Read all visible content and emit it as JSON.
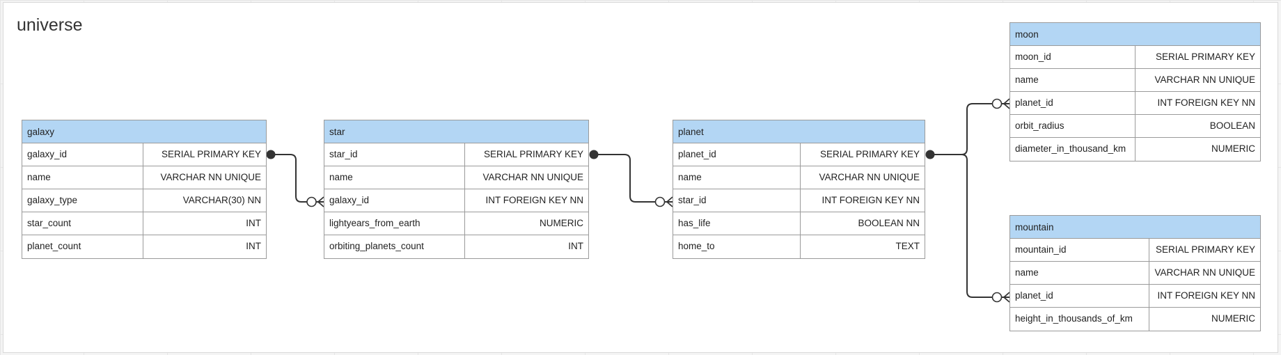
{
  "diagram": {
    "title": "universe"
  },
  "tables": {
    "galaxy": {
      "name": "galaxy",
      "columns": [
        {
          "name": "galaxy_id",
          "type": "SERIAL PRIMARY KEY"
        },
        {
          "name": "name",
          "type": "VARCHAR NN UNIQUE"
        },
        {
          "name": "galaxy_type",
          "type": "VARCHAR(30) NN"
        },
        {
          "name": "star_count",
          "type": "INT"
        },
        {
          "name": "planet_count",
          "type": "INT"
        }
      ]
    },
    "star": {
      "name": "star",
      "columns": [
        {
          "name": "star_id",
          "type": "SERIAL PRIMARY KEY"
        },
        {
          "name": "name",
          "type": "VARCHAR NN UNIQUE"
        },
        {
          "name": "galaxy_id",
          "type": "INT FOREIGN KEY NN"
        },
        {
          "name": "lightyears_from_earth",
          "type": "NUMERIC"
        },
        {
          "name": "orbiting_planets_count",
          "type": "INT"
        }
      ]
    },
    "planet": {
      "name": "planet",
      "columns": [
        {
          "name": "planet_id",
          "type": "SERIAL PRIMARY KEY"
        },
        {
          "name": "name",
          "type": "VARCHAR NN UNIQUE"
        },
        {
          "name": "star_id",
          "type": "INT FOREIGN KEY NN"
        },
        {
          "name": "has_life",
          "type": "BOOLEAN NN"
        },
        {
          "name": "home_to",
          "type": "TEXT"
        }
      ]
    },
    "moon": {
      "name": "moon",
      "columns": [
        {
          "name": "moon_id",
          "type": "SERIAL PRIMARY KEY"
        },
        {
          "name": "name",
          "type": "VARCHAR NN UNIQUE"
        },
        {
          "name": "planet_id",
          "type": "INT FOREIGN KEY NN"
        },
        {
          "name": "orbit_radius",
          "type": "BOOLEAN"
        },
        {
          "name": "diameter_in_thousand_km",
          "type": "NUMERIC"
        }
      ]
    },
    "mountain": {
      "name": "mountain",
      "columns": [
        {
          "name": "mountain_id",
          "type": "SERIAL PRIMARY KEY"
        },
        {
          "name": "name",
          "type": "VARCHAR NN UNIQUE"
        },
        {
          "name": "planet_id",
          "type": "INT FOREIGN KEY NN"
        },
        {
          "name": "height_in_thousands_of_km",
          "type": "NUMERIC"
        }
      ]
    }
  },
  "relationships": [
    {
      "from": "galaxy.galaxy_id",
      "to": "star.galaxy_id",
      "from_end": "one",
      "to_end": "zero-or-many"
    },
    {
      "from": "star.star_id",
      "to": "planet.star_id",
      "from_end": "one",
      "to_end": "zero-or-many"
    },
    {
      "from": "planet.planet_id",
      "to": "moon.planet_id",
      "from_end": "one",
      "to_end": "zero-or-many"
    },
    {
      "from": "planet.planet_id",
      "to": "mountain.planet_id",
      "from_end": "one",
      "to_end": "zero-or-many"
    }
  ],
  "colors": {
    "header": "#b3d6f4",
    "border": "#9a9a9a",
    "connector": "#333333"
  }
}
